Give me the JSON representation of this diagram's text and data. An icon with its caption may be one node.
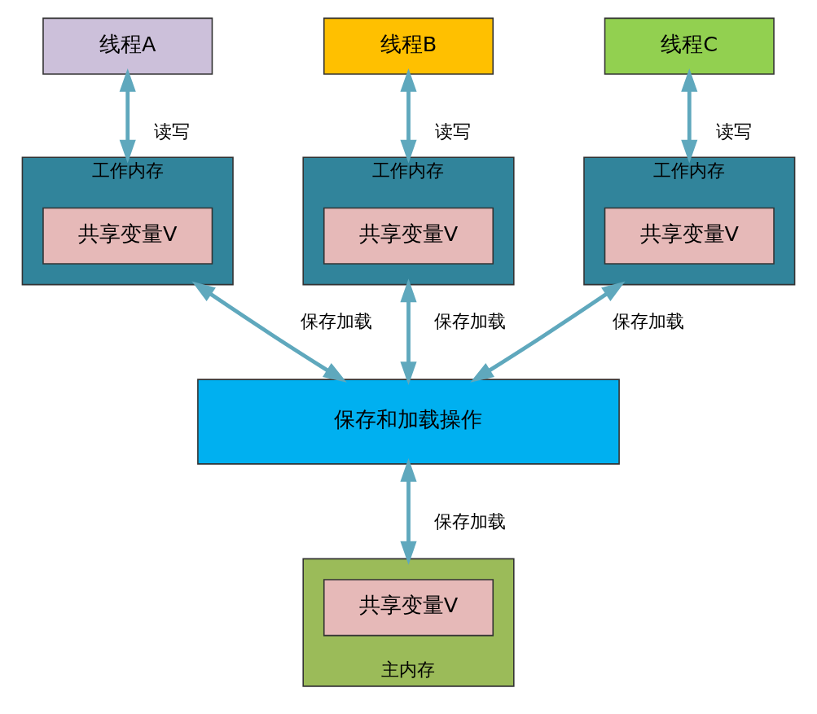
{
  "diagram": {
    "nodes": [
      {
        "text": [
          "线程A"
        ]
      },
      {
        "text": [
          "线程B"
        ]
      },
      {
        "text": [
          "线程C"
        ]
      },
      {
        "text": [
          "工作内存"
        ]
      },
      {
        "text": [
          "共享变量V"
        ],
        "in": 3
      },
      {
        "text": [
          "工作内存"
        ]
      },
      {
        "text": [
          "共享变量V"
        ],
        "in": 5
      },
      {
        "text": [
          "工作内存"
        ]
      },
      {
        "text": [
          "共享变量V"
        ],
        "in": 7
      },
      {
        "text": [
          "保存和加载操作"
        ]
      },
      {
        "text": [
          "主内存"
        ]
      },
      {
        "text": [
          "共享变量V"
        ],
        "in": 10
      }
    ],
    "edges": [
      {
        "from": 0,
        "to": 3,
        "arrow": "both",
        "label": "读写"
      },
      {
        "from": 1,
        "to": 5,
        "arrow": "both",
        "label": "读写"
      },
      {
        "from": 2,
        "to": 7,
        "arrow": "both",
        "label": "读写"
      },
      {
        "from": 3,
        "to": 9,
        "arrow": "both",
        "label": "保存加载"
      },
      {
        "from": 5,
        "to": 9,
        "arrow": "both",
        "label": "保存加载"
      },
      {
        "from": 7,
        "to": 9,
        "arrow": "both",
        "label": "保存加载"
      },
      {
        "from": 9,
        "to": 10,
        "arrow": "both",
        "label": "保存加载"
      }
    ]
  }
}
